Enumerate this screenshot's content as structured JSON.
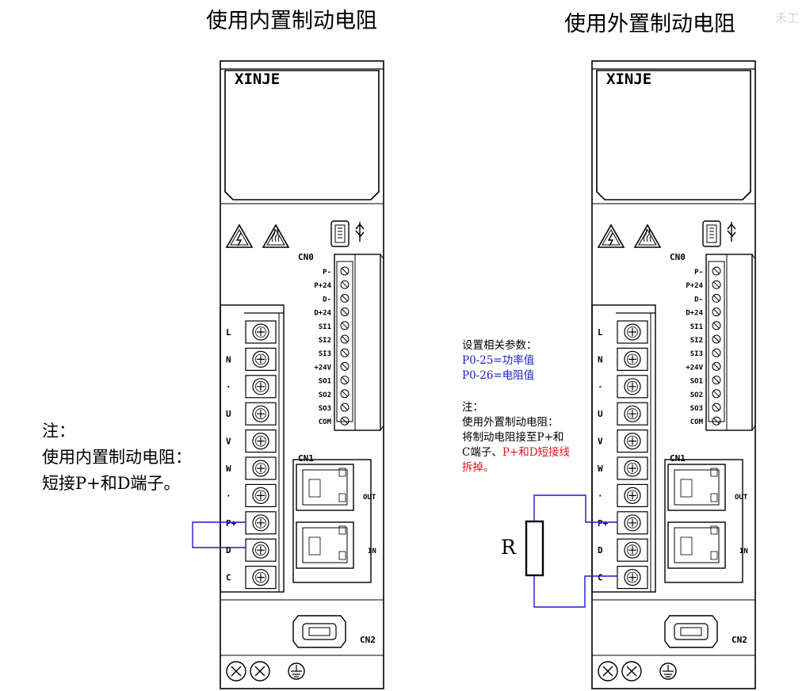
{
  "titles": {
    "internal": "使用内置制动电阻",
    "external": "使用外置制动电阻"
  },
  "watermark": "禾工",
  "brand": "XINJE",
  "cn0": {
    "label": "CN0",
    "pins": [
      "P-",
      "P+24",
      "D-",
      "D+24",
      "SI1",
      "SI2",
      "SI3",
      "+24V",
      "SO1",
      "SO2",
      "SO3",
      "COM"
    ]
  },
  "power_terminals": [
    "L",
    "N",
    "·",
    "U",
    "V",
    "W",
    "·",
    "P+",
    "D",
    "C"
  ],
  "cn1": {
    "label": "CN1",
    "out": "OUT",
    "in": "IN"
  },
  "cn2": {
    "label": "CN2"
  },
  "left_note": {
    "line1": "注：",
    "line2": "使用内置制动电阻：",
    "line3": "短接P+和D端子。"
  },
  "right_note": {
    "param_title": "设置相关参数：",
    "param1": "P0-25=功率值",
    "param2": "P0-26=电阻值",
    "note_title": "注：",
    "note1": "使用外置制动电阻：",
    "note2": "将制动电阻接至P+和",
    "note3_black": "C端子、",
    "note3_red": "P+和D短接线",
    "note4_red": "拆掉。"
  },
  "resistor_label": "R",
  "colors": {
    "wire": "#1a1acc",
    "red_text": "#e0141e",
    "line": "#000000"
  }
}
